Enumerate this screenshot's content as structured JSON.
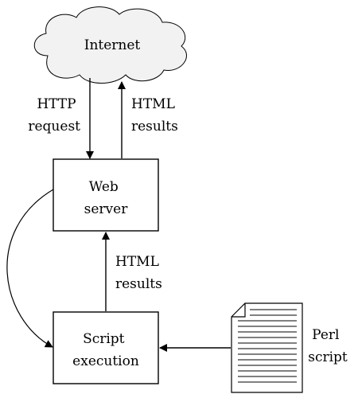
{
  "nodes": {
    "internet": {
      "label": "Internet"
    },
    "web_server": {
      "line1": "Web",
      "line2": "server"
    },
    "script_execution": {
      "line1": "Script",
      "line2": "execution"
    },
    "perl_script": {
      "line1": "Perl",
      "line2": "script"
    }
  },
  "edges": {
    "http_request": {
      "line1": "HTTP",
      "line2": "request"
    },
    "html_results_to_internet": {
      "line1": "HTML",
      "line2": "results"
    },
    "html_results_to_server": {
      "line1": "HTML",
      "line2": "results"
    }
  },
  "colors": {
    "stroke": "#000000",
    "cloud_fill": "#f2f2f2",
    "box_fill": "#ffffff"
  }
}
